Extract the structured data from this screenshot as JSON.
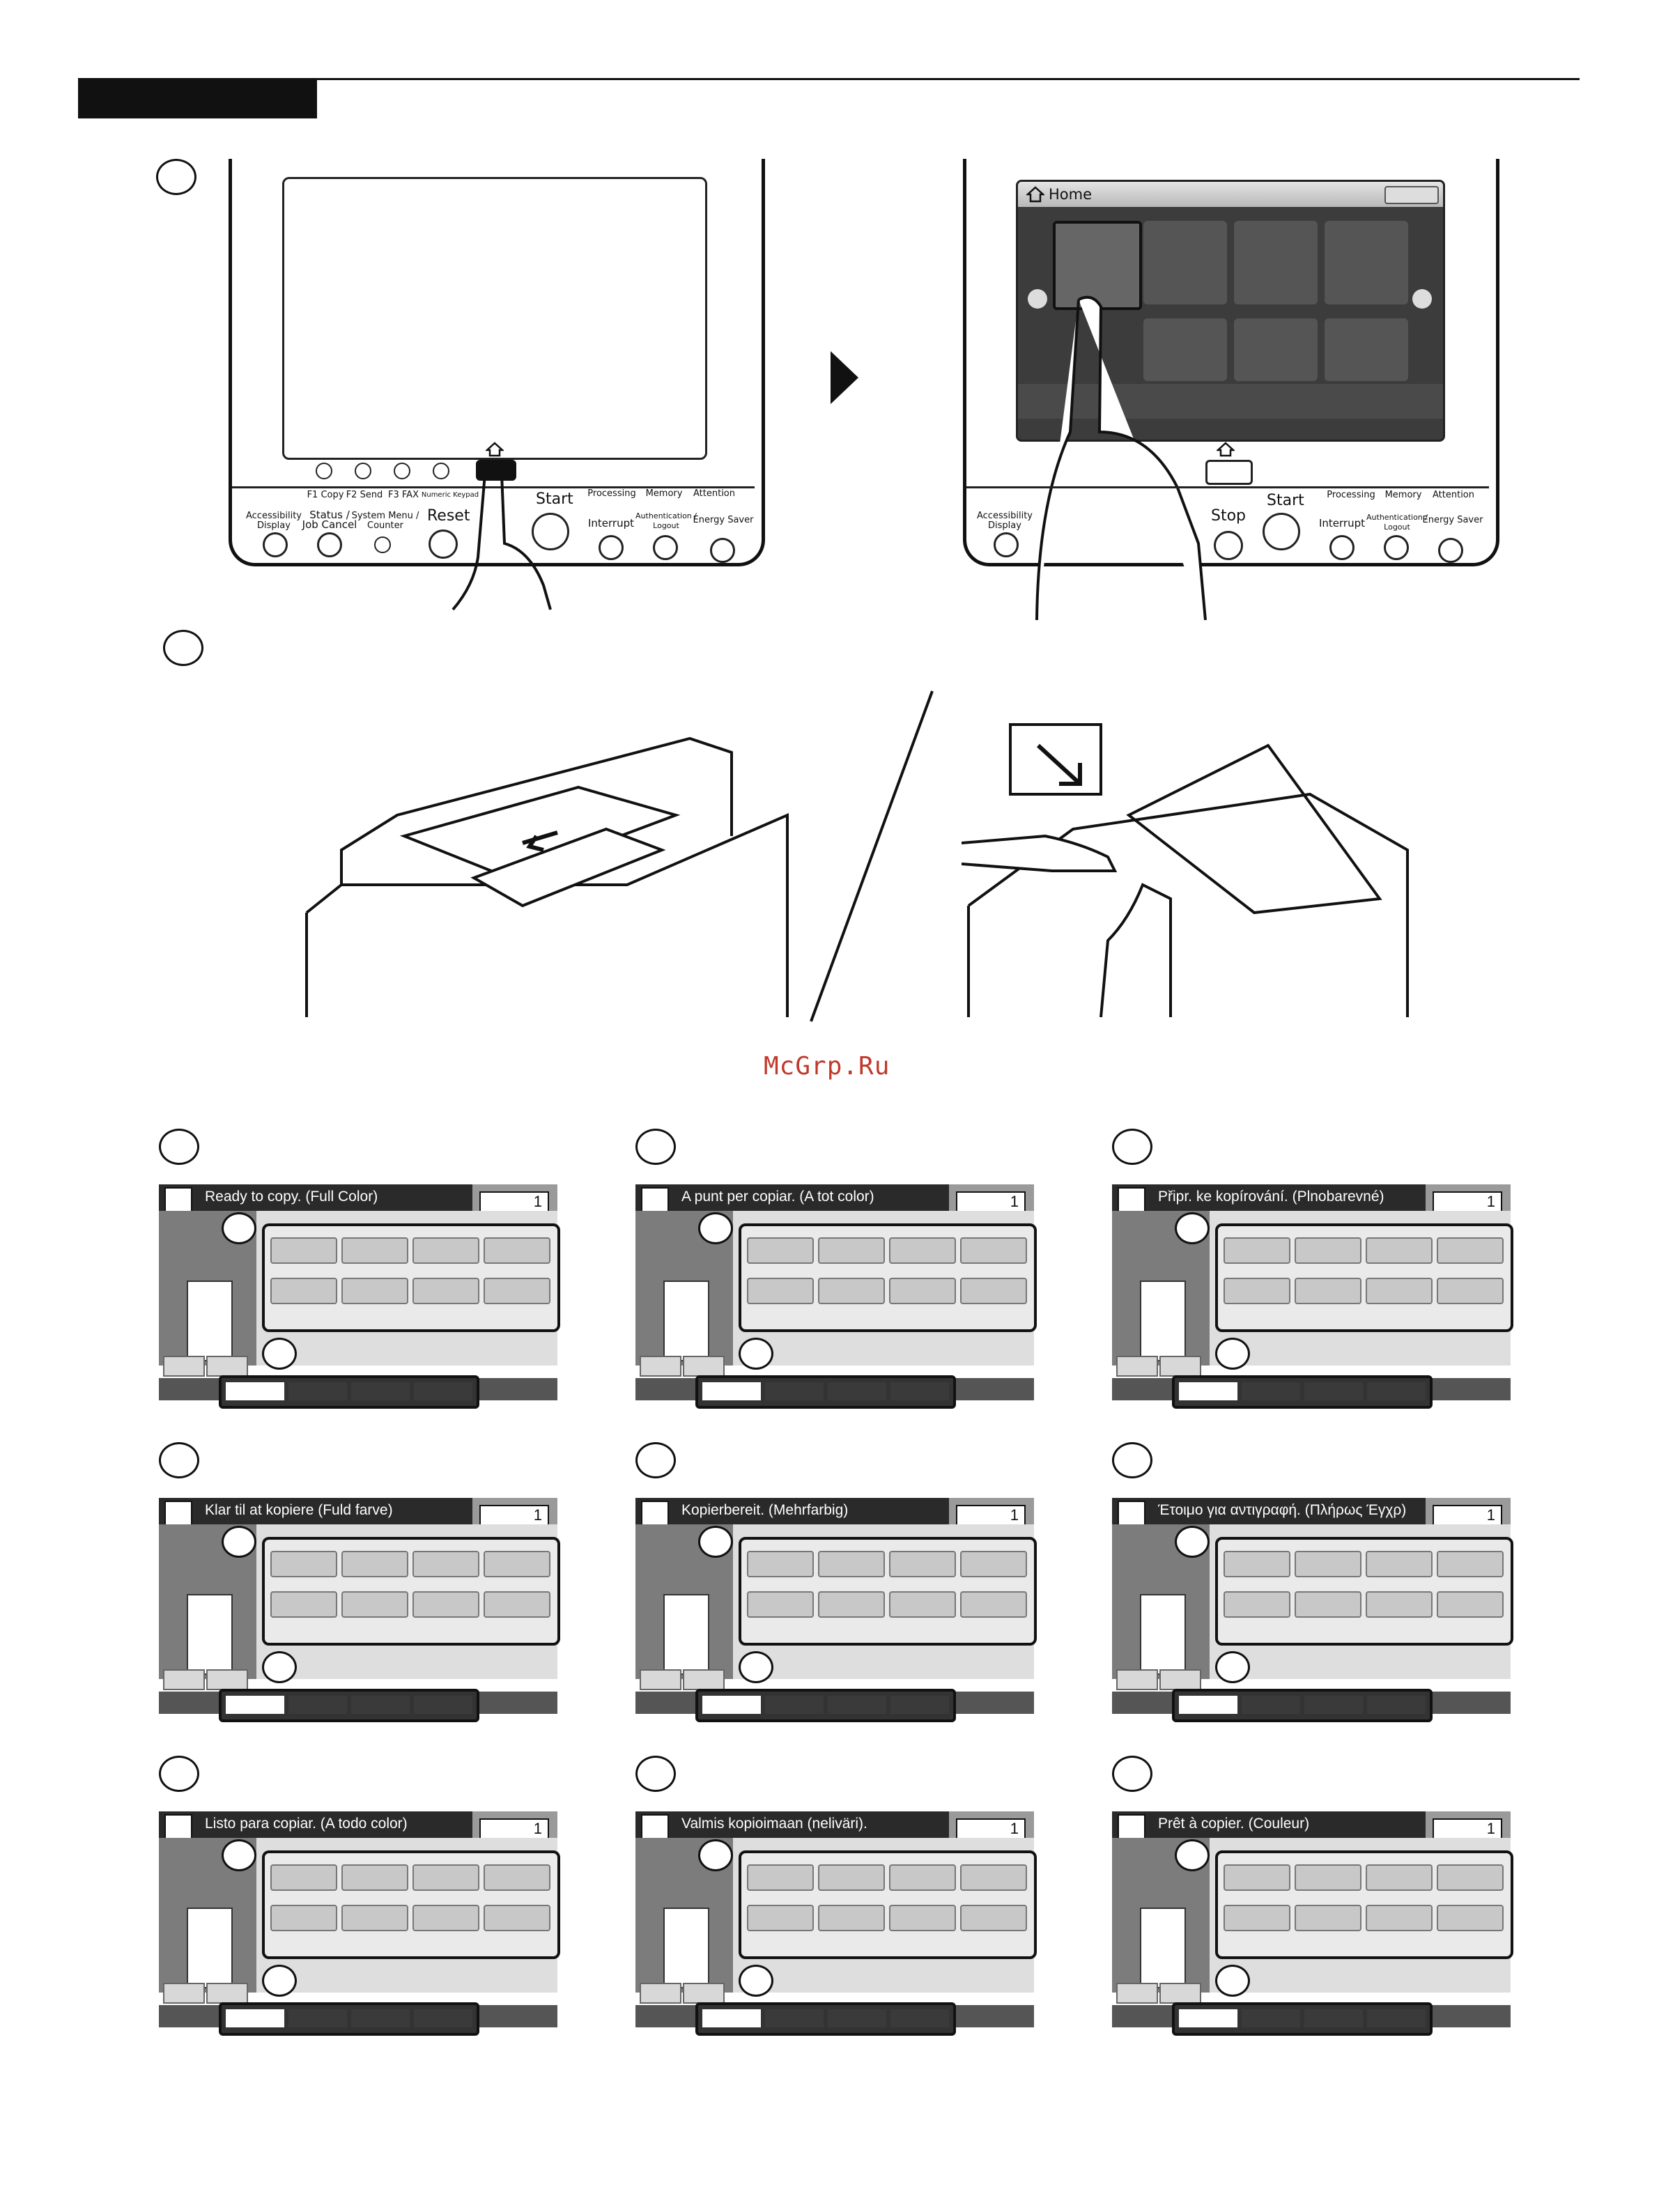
{
  "watermark": "McGrp.Ru",
  "panel_left": {
    "mode_keys": [
      "F1 Copy",
      "F2 Send",
      "F3 FAX"
    ],
    "numeric_keypad": "Numeric Keypad",
    "indicators": [
      "Processing",
      "Memory",
      "Attention"
    ],
    "buttons": {
      "accessibility": "Accessibility\nDisplay",
      "status": "Status /\nJob Cancel",
      "system_menu": "System Menu /\nCounter",
      "reset": "Reset",
      "start": "Start",
      "interrupt": "Interrupt",
      "authentication": "Authentication /\nLogout",
      "energy_saver": "Energy Saver"
    }
  },
  "panel_right": {
    "home_title": "Home",
    "indicators": [
      "Processing",
      "Memory",
      "Attention"
    ],
    "buttons": {
      "accessibility": "Accessibility\nDisplay",
      "stop": "Stop",
      "start": "Start",
      "interrupt": "Interrupt",
      "authentication": "Authentication /\nLogout",
      "energy_saver": "Energy Saver"
    }
  },
  "copy_screens": [
    {
      "message": "Ready to copy. (Full Color)",
      "count": "1"
    },
    {
      "message": "A punt per copiar. (A tot color)",
      "count": "1"
    },
    {
      "message": "Připr. ke kopírování. (Plnobarevné)",
      "count": "1"
    },
    {
      "message": "Klar til at kopiere (Fuld farve)",
      "count": "1"
    },
    {
      "message": "Kopierbereit. (Mehrfarbig)",
      "count": "1"
    },
    {
      "message": "Έτοιμο για αντιγραφή. (Πλήρως Έγχρ)",
      "count": "1"
    },
    {
      "message": "Listo para copiar. (A todo color)",
      "count": "1"
    },
    {
      "message": "Valmis kopioimaan (neliväri).",
      "count": "1"
    },
    {
      "message": "Prêt à copier. (Couleur)",
      "count": "1"
    }
  ]
}
